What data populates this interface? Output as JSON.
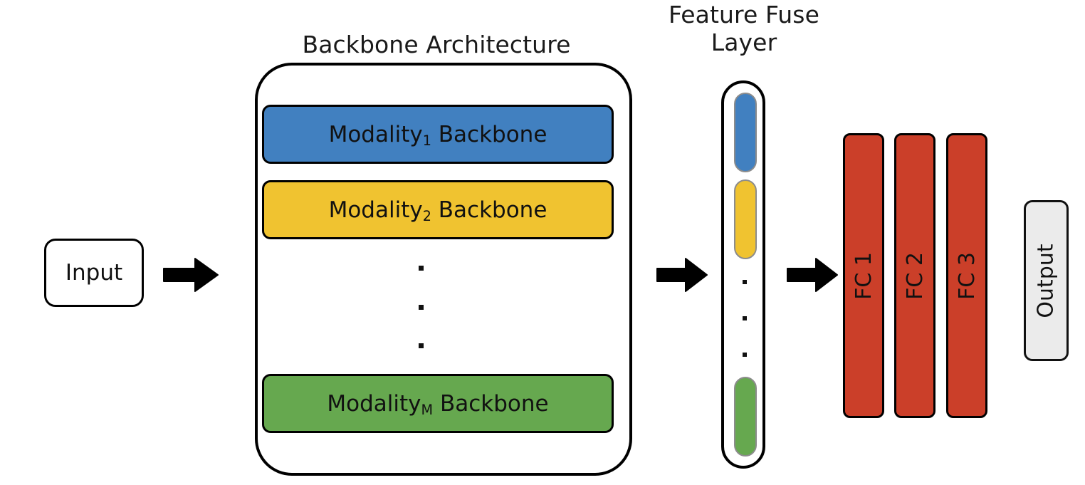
{
  "diagram": {
    "title_backbone": "Backbone Architecture",
    "title_fuse": "Feature Fuse\nLayer",
    "input": {
      "label": "Input"
    },
    "output": {
      "label": "Output"
    },
    "modalities": [
      {
        "name": "Modality",
        "subscript": "1",
        "suffix": "Backbone",
        "color": "#4180c0"
      },
      {
        "name": "Modality",
        "subscript": "2",
        "suffix": "Backbone",
        "color": "#f0c330"
      },
      {
        "name": "Modality",
        "subscript": "M",
        "suffix": "Backbone",
        "color": "#66a84f"
      }
    ],
    "fuse_segments": [
      {
        "color": "#4180c0"
      },
      {
        "color": "#f0c330"
      },
      {
        "color": "#66a84f"
      }
    ],
    "fc_layers": [
      {
        "label": "FC 1",
        "color": "#cb3f29"
      },
      {
        "label": "FC 2",
        "color": "#cb3f29"
      },
      {
        "label": "FC 3",
        "color": "#cb3f29"
      }
    ],
    "arrows": [
      {
        "name": "arrow-input-to-backbone"
      },
      {
        "name": "arrow-backbone-to-fuse"
      },
      {
        "name": "arrow-fuse-to-fc"
      }
    ],
    "colors": {
      "blue": "#4180c0",
      "yellow": "#f0c330",
      "green": "#66a84f",
      "red": "#cb3f29",
      "output_fill": "#ebebeb",
      "stroke": "#000000",
      "background": "#ffffff"
    },
    "ellipsis_marker": "vertical-dots"
  }
}
